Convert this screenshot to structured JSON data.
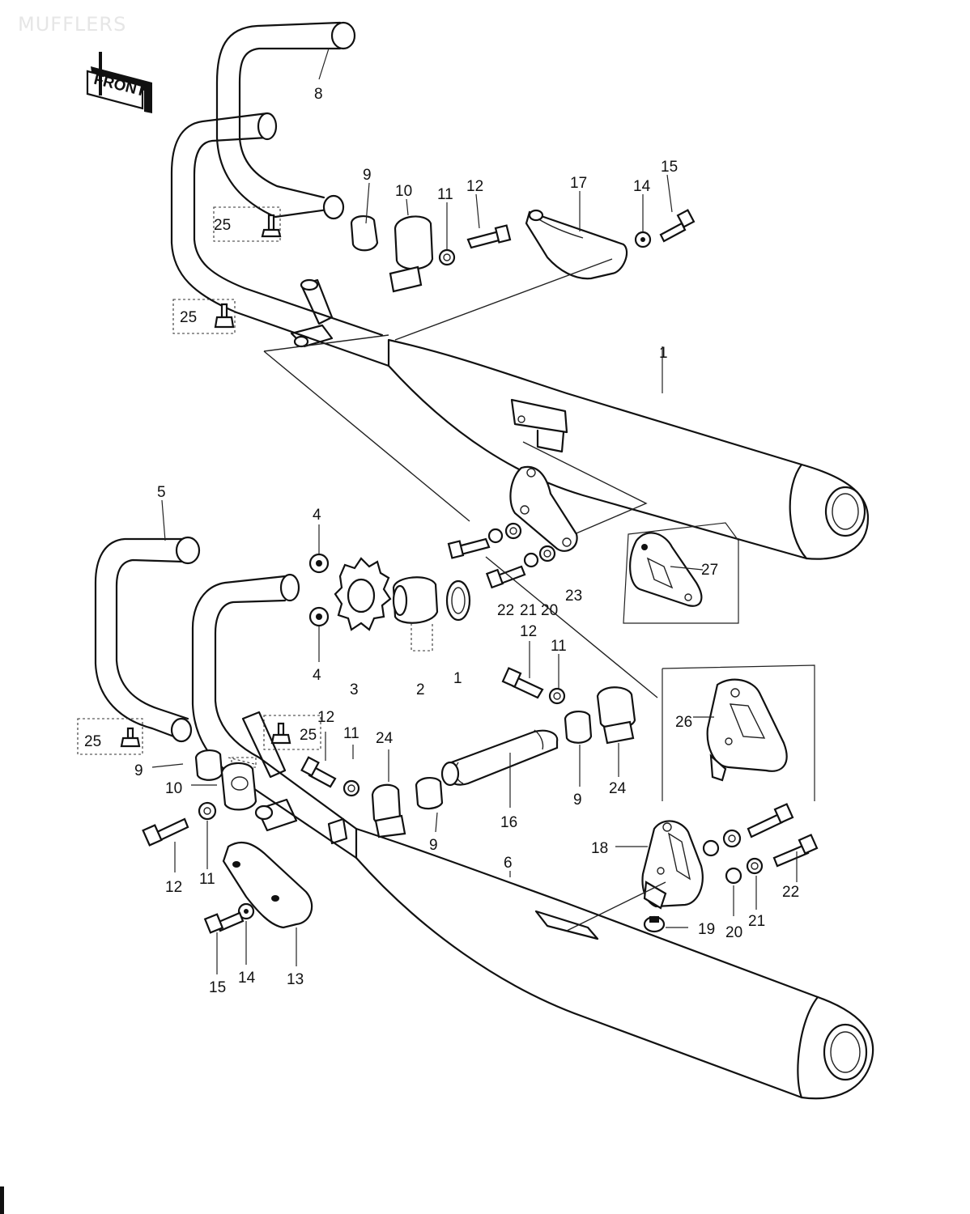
{
  "page": {
    "title": "MUFFLERS",
    "front_label": "FRONT"
  },
  "callouts": {
    "c1_top": "1",
    "c8": "8",
    "c9_top": "9",
    "c10_top": "10",
    "c11_top": "11",
    "c12_top": "12",
    "c17": "17",
    "c14_top": "14",
    "c15_top": "15",
    "c25_a": "25",
    "c25_b": "25",
    "c5": "5",
    "c4_top": "4",
    "c4_bot": "4",
    "c3": "3",
    "c2": "2",
    "c1": "1",
    "c22_mid": "22",
    "c21_mid": "21",
    "c20_mid": "20",
    "c23": "23",
    "c27": "27",
    "c12_mid": "12",
    "c11_mid": "11",
    "c26": "26",
    "c12_low": "12",
    "c25_c": "25",
    "c11_low": "11",
    "c24_left": "24",
    "c25_d": "25",
    "c9_left": "9",
    "c10_left": "10",
    "c9_center": "9",
    "c16": "16",
    "c9_right": "9",
    "c24_right": "24",
    "c6": "6",
    "c18": "18",
    "c12_bot": "12",
    "c11_bot": "11",
    "c22_bot": "22",
    "c19": "19",
    "c20_bot": "20",
    "c21_bot": "21",
    "c15_bot": "15",
    "c14_bot": "14",
    "c13": "13"
  }
}
